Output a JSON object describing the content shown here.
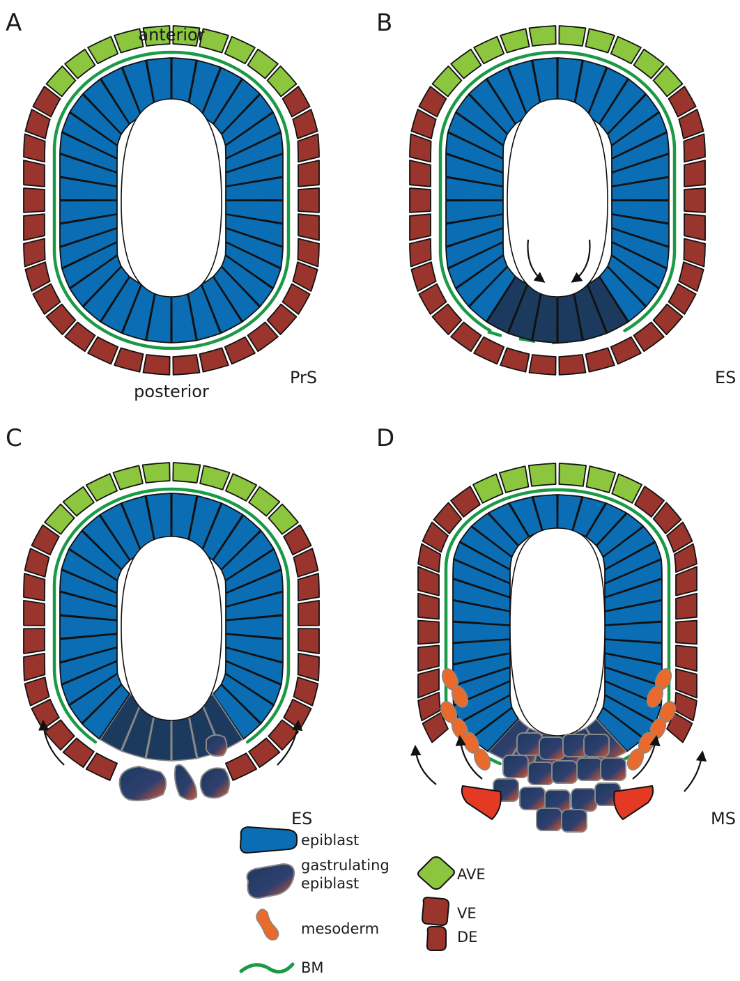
{
  "panels": [
    {
      "letter": "A",
      "stage": "PrS",
      "top_label": "anterior",
      "bottom_label": "posterior"
    },
    {
      "letter": "B",
      "stage": "ES"
    },
    {
      "letter": "C",
      "stage": "ES"
    },
    {
      "letter": "D",
      "stage": "MS"
    }
  ],
  "legend": {
    "epiblast": "epiblast",
    "gastrulating_1": "gastrulating",
    "gastrulating_2": "epiblast",
    "mesoderm": "mesoderm",
    "bm": "BM",
    "ave": "AVE",
    "ve": "VE",
    "de": "DE"
  },
  "colors": {
    "epiblast": "#0b6db3",
    "gastrulating": "#1c3a5e",
    "mesoderm": "#ea6a2c",
    "bm": "#1a9a47",
    "ave": "#8cc63f",
    "ve": "#99352c",
    "de": "#99352c",
    "outline": "#111111"
  }
}
